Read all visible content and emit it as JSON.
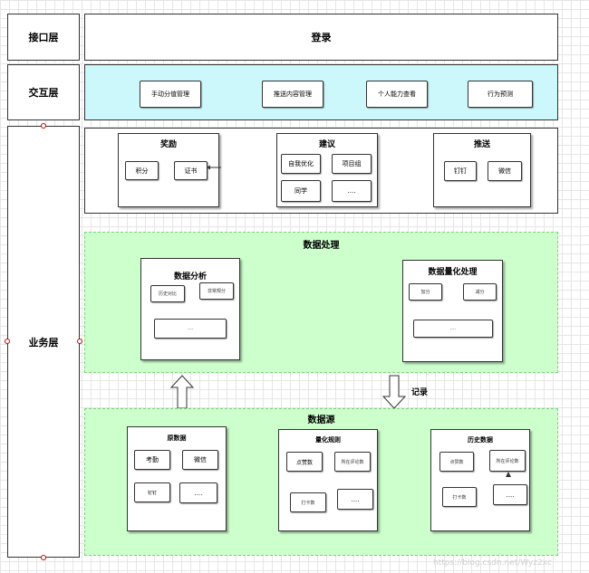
{
  "layers": {
    "interface": "接口层",
    "interaction": "交互层",
    "business": "业务层"
  },
  "login": "登录",
  "interaction_items": [
    "手动分值管理",
    "推送内容管理",
    "个人能力查看",
    "行为预测"
  ],
  "reward": {
    "title": "奖励",
    "items": [
      "积分",
      "证书"
    ]
  },
  "suggest": {
    "title": "建议",
    "items": [
      "自我优化",
      "项目组",
      "同学",
      "...."
    ]
  },
  "push": {
    "title": "推送",
    "items": [
      "钉钉",
      "微信"
    ]
  },
  "data_processing": {
    "title": "数据处理",
    "analysis": {
      "title": "数据分析",
      "items": [
        "历史对比",
        "非常规分",
        "...."
      ]
    },
    "quantify": {
      "title": "数据量化处理",
      "items": [
        "加分",
        "减分",
        "...."
      ]
    }
  },
  "record": "记录",
  "data_source": {
    "title": "数据源",
    "raw": {
      "title": "原数据",
      "items": [
        "考勤",
        "微信",
        "钉钉",
        "...."
      ]
    },
    "rules": {
      "title": "量化规则",
      "items": [
        "点赞数",
        "所在评论数",
        "打卡数",
        "...."
      ]
    },
    "history": {
      "title": "历史数据",
      "items": [
        "点赞数",
        "所在评论数",
        "打卡数",
        "...."
      ]
    }
  },
  "watermark": "https://blog.csdn.net/Wyz2xc"
}
